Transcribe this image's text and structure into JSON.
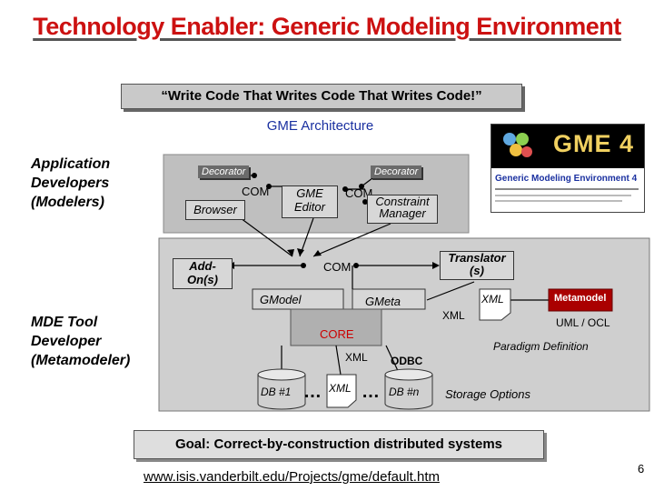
{
  "slide": {
    "title": "Technology Enabler: Generic Modeling Environment",
    "quote": "“Write Code That Writes Code That Writes Code!”",
    "arch_title": "GME Architecture",
    "app_developers": [
      "Application",
      "Developers",
      "(Modelers)"
    ],
    "mde_developer": [
      "MDE Tool",
      "Developer",
      "(Metamodeler)"
    ],
    "goal": "Goal: Correct-by-construction distributed systems",
    "url": "www.isis.vanderbilt.edu/Projects/gme/default.htm",
    "page_number": "6"
  },
  "gme_box": {
    "logo": "GME 4",
    "subtitle": "Generic Modeling Environment 4"
  },
  "diagram": {
    "decorator_left": "Decorator",
    "decorator_right": "Decorator",
    "com_left": "COM",
    "com_right": "COM",
    "browser": "Browser",
    "gme_editor_line1": "GME",
    "gme_editor_line2": "Editor",
    "constraint_line1": "Constraint",
    "constraint_line2": "Manager",
    "addon_line1": "Add-",
    "addon_line2": "On(s)",
    "com_center": "COM",
    "translator_line1": "Translator",
    "translator_line2": "(s)",
    "gmodel": "GModel",
    "gmeta": "GMeta",
    "xml_label": "XML",
    "xml_doc": "XML",
    "core": "CORE",
    "xml_core": "XML",
    "odbc": "ODBC",
    "db1": "DB #1",
    "dots1": "…",
    "xml_storage": "XML",
    "dots2": "…",
    "dbn": "DB #n",
    "storage_options": "Storage Options",
    "metamodel": "Metamodel",
    "uml_ocl": "UML / OCL",
    "paradigm_definition": "Paradigm Definition"
  },
  "colors": {
    "title": "#cc1111",
    "accent_blue": "#1a30a0",
    "core_red": "#cc0000",
    "metamodel_fill": "#aa0000",
    "panel_gray": "#bfbfbf",
    "component_gray": "#d7d7d7"
  }
}
